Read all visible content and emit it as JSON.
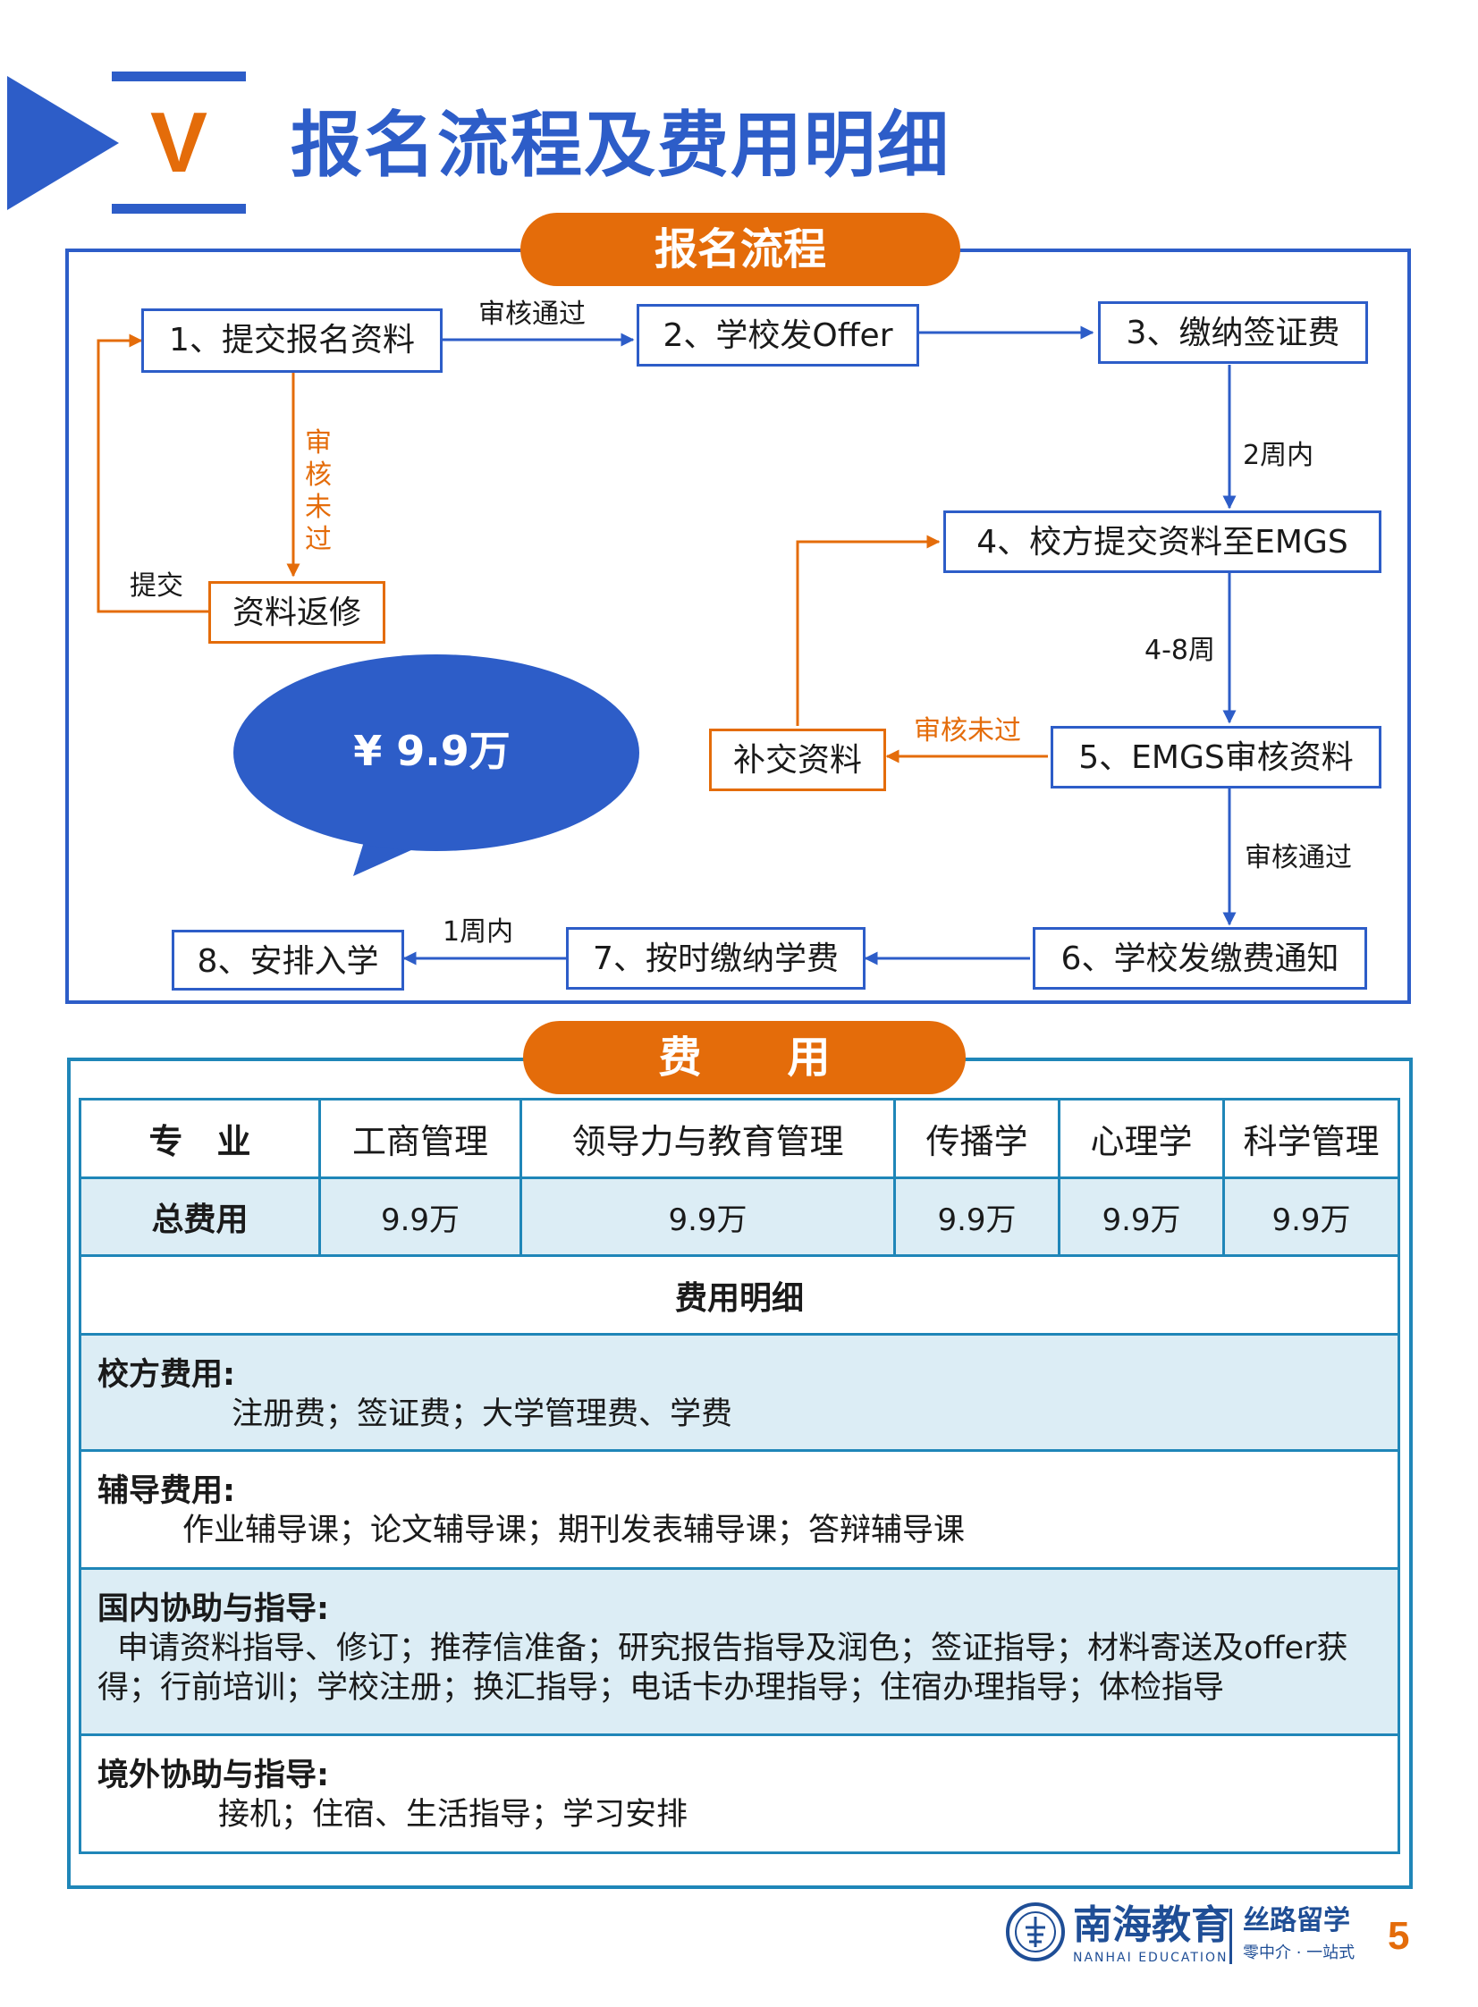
{
  "header": {
    "numeral": "V",
    "title": "报名流程及费用明细"
  },
  "process": {
    "pill": "报名流程",
    "steps": [
      "1、提交报名资料",
      "2、学校发Offer",
      "3、缴纳签证费",
      "4、校方提交资料至EMGS",
      "5、EMGS审核资料",
      "6、学校发缴费通知",
      "7、按时缴纳学费",
      "8、安排入学"
    ],
    "revise_box": "资料返修",
    "supplement_box": "补交资料",
    "labels": {
      "approved_1": "审核通过",
      "rejected_1": "审核未过",
      "resubmit": "提交",
      "two_weeks": "2周内",
      "four_eight_weeks": "4-8周",
      "rejected_2": "审核未过",
      "approved_2": "审核通过",
      "one_week": "1周内"
    },
    "price_bubble": "¥ 9.9万"
  },
  "fees": {
    "pill": "费　　用",
    "header_label": "专　业",
    "majors": [
      "工商管理",
      "领导力与教育管理",
      "传播学",
      "心理学",
      "科学管理"
    ],
    "total_label": "总费用",
    "totals": [
      "9.9万",
      "9.9万",
      "9.9万",
      "9.9万",
      "9.9万"
    ],
    "detail_title": "费用明细",
    "sections": [
      {
        "title": "校方费用:",
        "body": "注册费；签证费；大学管理费、学费"
      },
      {
        "title": "辅导费用:",
        "body": "作业辅导课；论文辅导课；期刊发表辅导课；答辩辅导课"
      },
      {
        "title": "国内协助与指导:",
        "body": "申请资料指导、修订；推荐信准备；研究报告指导及润色；签证指导；材料寄送及offer获得；行前培训；学校注册；换汇指导；电话卡办理指导；住宿办理指导；体检指导"
      },
      {
        "title": "境外协助与指导:",
        "body": "接机；住宿、生活指导；学习安排"
      }
    ]
  },
  "footer": {
    "brand": "南海教育",
    "brand_en": "NANHAI EDUCATION",
    "slogan": "丝路留学",
    "sub": "零中介 · 一站式",
    "page_number": "5"
  },
  "colors": {
    "primary_blue": "#2d5dc8",
    "accent_orange": "#e46c0a",
    "table_blue": "#1f86b8",
    "table_fill": "#dcedf5"
  }
}
